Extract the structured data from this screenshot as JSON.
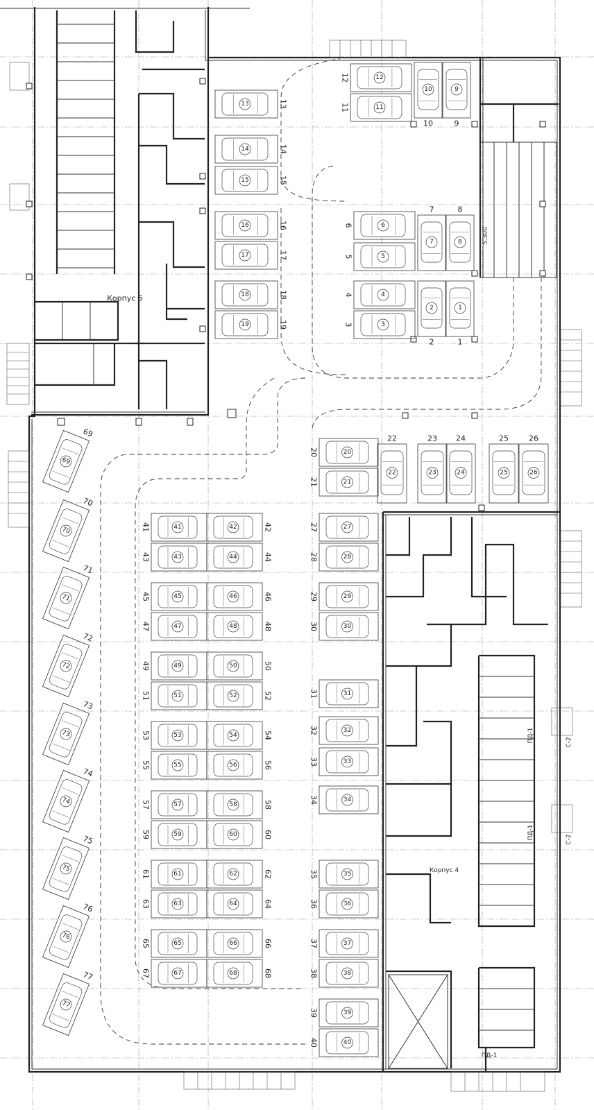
{
  "building_labels": {
    "korpus5": "Корпус 5",
    "korpus4": "Корпус 4"
  },
  "room_labels": {
    "pd1_upper": "ПД-1",
    "c2_upper": "С-2",
    "pd1_middle": "ПД-1",
    "c2_middle": "С-2",
    "pd1_lower": "ПД-1"
  },
  "ramp_label": "5.300",
  "spots": {
    "s1": "1",
    "s2": "2",
    "s3": "3",
    "s4": "4",
    "s5": "5",
    "s6": "6",
    "s7": "7",
    "s8": "8",
    "s9": "9",
    "s10": "10",
    "s11": "11",
    "s12": "12",
    "s13": "13",
    "s14": "14",
    "s15": "15",
    "s16": "16",
    "s17": "17",
    "s18": "18",
    "s19": "19",
    "s20": "20",
    "s21": "21",
    "s22": "22",
    "s23": "23",
    "s24": "24",
    "s25": "25",
    "s26": "26",
    "s27": "27",
    "s28": "28",
    "s29": "29",
    "s30": "30",
    "s31": "31",
    "s32": "32",
    "s33": "33",
    "s34": "34",
    "s35": "35",
    "s36": "36",
    "s37": "37",
    "s38": "38",
    "s39": "39",
    "s40": "40",
    "s41": "41",
    "s42": "42",
    "s43": "43",
    "s44": "44",
    "s45": "45",
    "s46": "46",
    "s47": "47",
    "s48": "48",
    "s49": "49",
    "s50": "50",
    "s51": "51",
    "s52": "52",
    "s53": "53",
    "s54": "54",
    "s55": "55",
    "s56": "56",
    "s57": "57",
    "s58": "58",
    "s59": "59",
    "s60": "60",
    "s61": "61",
    "s62": "62",
    "s63": "63",
    "s64": "64",
    "s65": "65",
    "s66": "66",
    "s67": "67",
    "s68": "68",
    "s69": "69",
    "s70": "70",
    "s71": "71",
    "s72": "72",
    "s73": "73",
    "s74": "74",
    "s75": "75",
    "s76": "76",
    "s77": "77"
  }
}
